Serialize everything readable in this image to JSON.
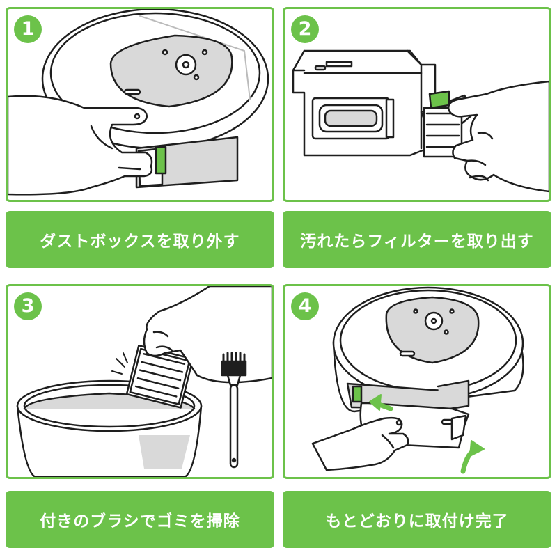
{
  "colors": {
    "accent": "#6cc24a",
    "ink": "#1e1e1e",
    "shade": "#d9d9d9",
    "bg": "#ffffff"
  },
  "steps": [
    {
      "number": "1",
      "caption": "ダストボックスを取り外す"
    },
    {
      "number": "2",
      "caption": "汚れたらフィルターを取り出す"
    },
    {
      "number": "3",
      "caption": "付きのブラシでゴミを掃除"
    },
    {
      "number": "4",
      "caption": "もとどおりに取付け完了"
    }
  ]
}
